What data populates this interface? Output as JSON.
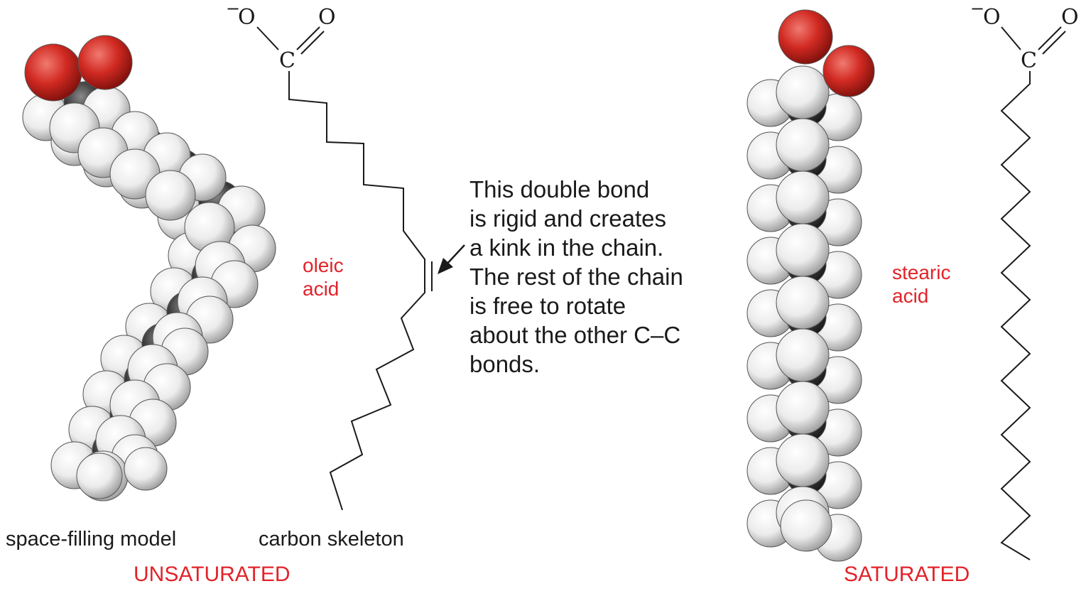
{
  "unsaturated": {
    "section_label": "UNSATURATED",
    "model_caption": "space-filling model",
    "skeleton_caption": "carbon skeleton",
    "molecule_name_line1": "oleic",
    "molecule_name_line2": "acid",
    "carboxyl": {
      "oxygen_left": "O",
      "charge": "−",
      "carbon": "C",
      "oxygen_right": "O"
    }
  },
  "saturated": {
    "section_label": "SATURATED",
    "molecule_name_line1": "stearic",
    "molecule_name_line2": "acid",
    "carboxyl": {
      "oxygen_left": "O",
      "charge": "−",
      "carbon": "C",
      "oxygen_right": "O"
    }
  },
  "annotation": {
    "lines": [
      "This double bond",
      "is rigid and creates",
      "a kink in the chain.",
      "The rest of the chain",
      "is free to rotate",
      "about the other C–C",
      "bonds."
    ]
  },
  "colors": {
    "oxygen": "#d12a22",
    "hydrogen": "#f2f2f2",
    "carbon": "#3a3a3a",
    "label_red": "#e2232a",
    "text": "#1a1a1a"
  }
}
